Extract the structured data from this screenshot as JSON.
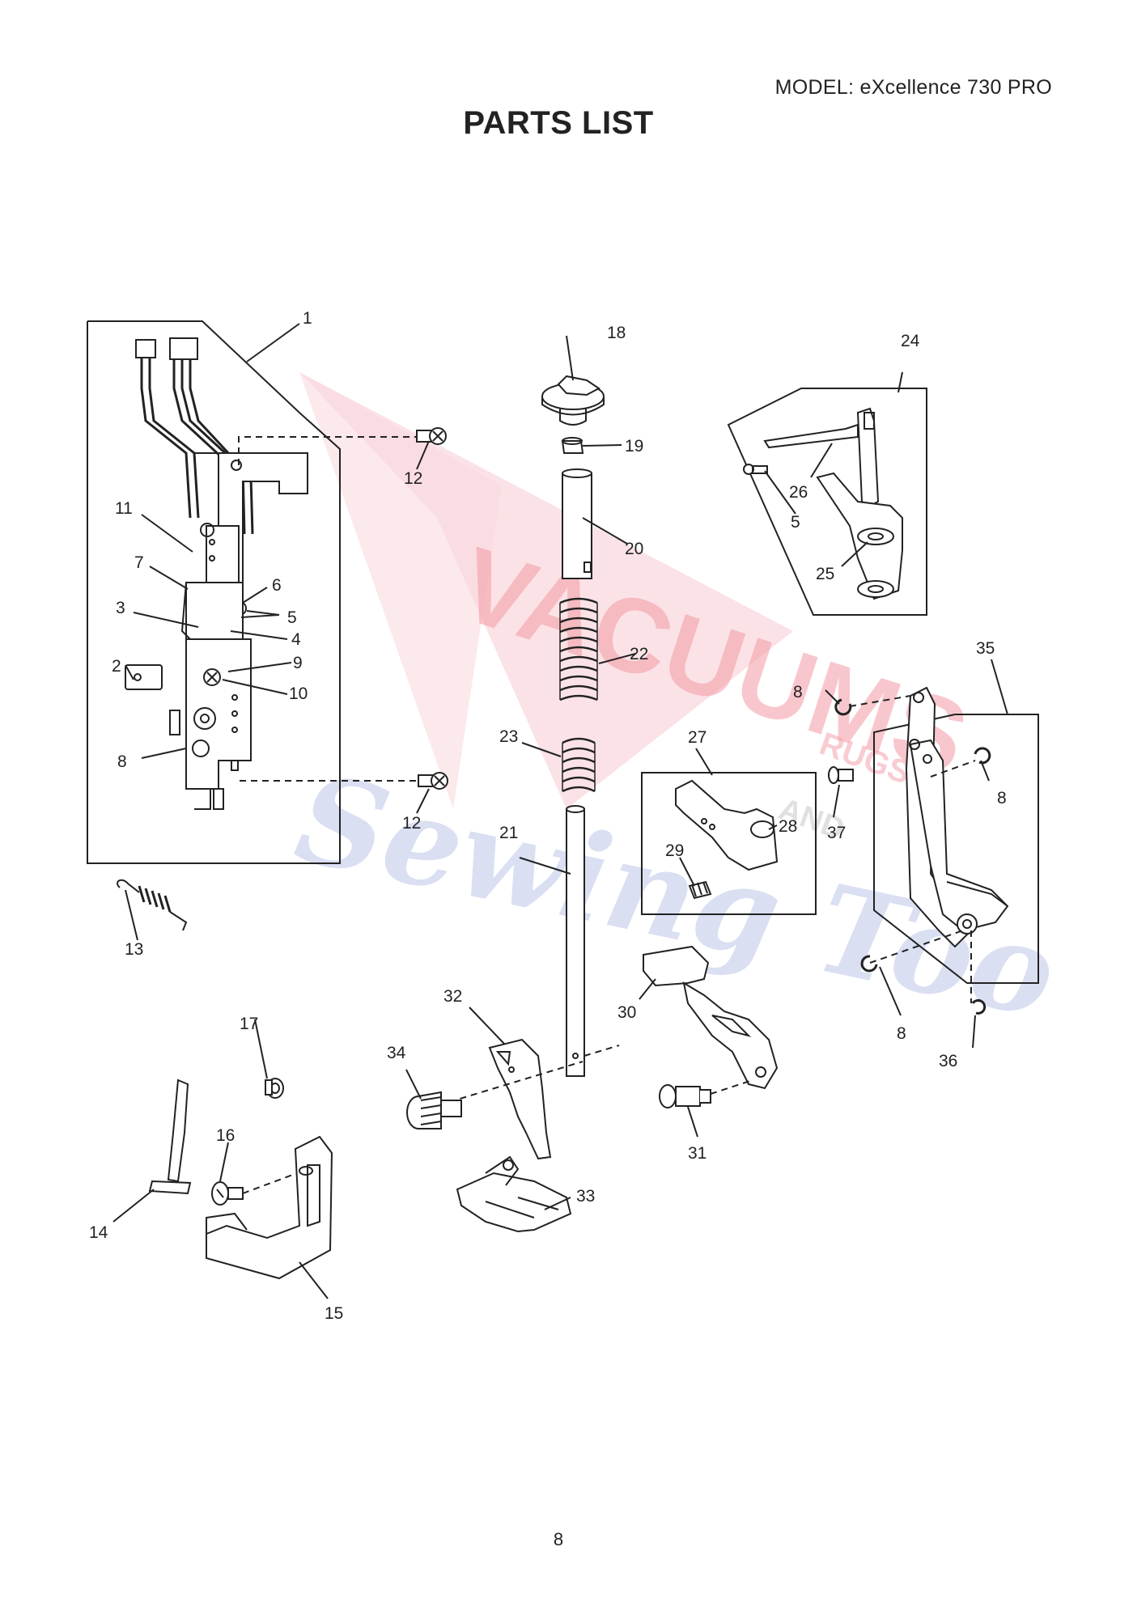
{
  "header": {
    "model": "MODEL: eXcellence 730 PRO",
    "title": "PARTS LIST"
  },
  "watermark": {
    "line1": "VACUUMS",
    "line2": "Sewing Too",
    "line3": "RUGS",
    "line4": "AND",
    "color_red": "#e8465a",
    "color_blue": "#5a6cc0"
  },
  "callouts": {
    "c1": "1",
    "c2": "2",
    "c3": "3",
    "c4": "4",
    "c5a": "5",
    "c5b": "5",
    "c6": "6",
    "c7": "7",
    "c8a": "8",
    "c8b": "8",
    "c8c": "8",
    "c8d": "8",
    "c9": "9",
    "c10": "10",
    "c11": "11",
    "c12a": "12",
    "c12b": "12",
    "c13": "13",
    "c14": "14",
    "c15": "15",
    "c16": "16",
    "c17": "17",
    "c18": "18",
    "c19": "19",
    "c20": "20",
    "c21": "21",
    "c22": "22",
    "c23": "23",
    "c24": "24",
    "c25": "25",
    "c26": "26",
    "c27": "27",
    "c28": "28",
    "c29": "29",
    "c30": "30",
    "c31": "31",
    "c32": "32",
    "c33": "33",
    "c34": "34",
    "c35": "35",
    "c36": "36",
    "c37": "37"
  },
  "footer": {
    "page_number": "8"
  }
}
